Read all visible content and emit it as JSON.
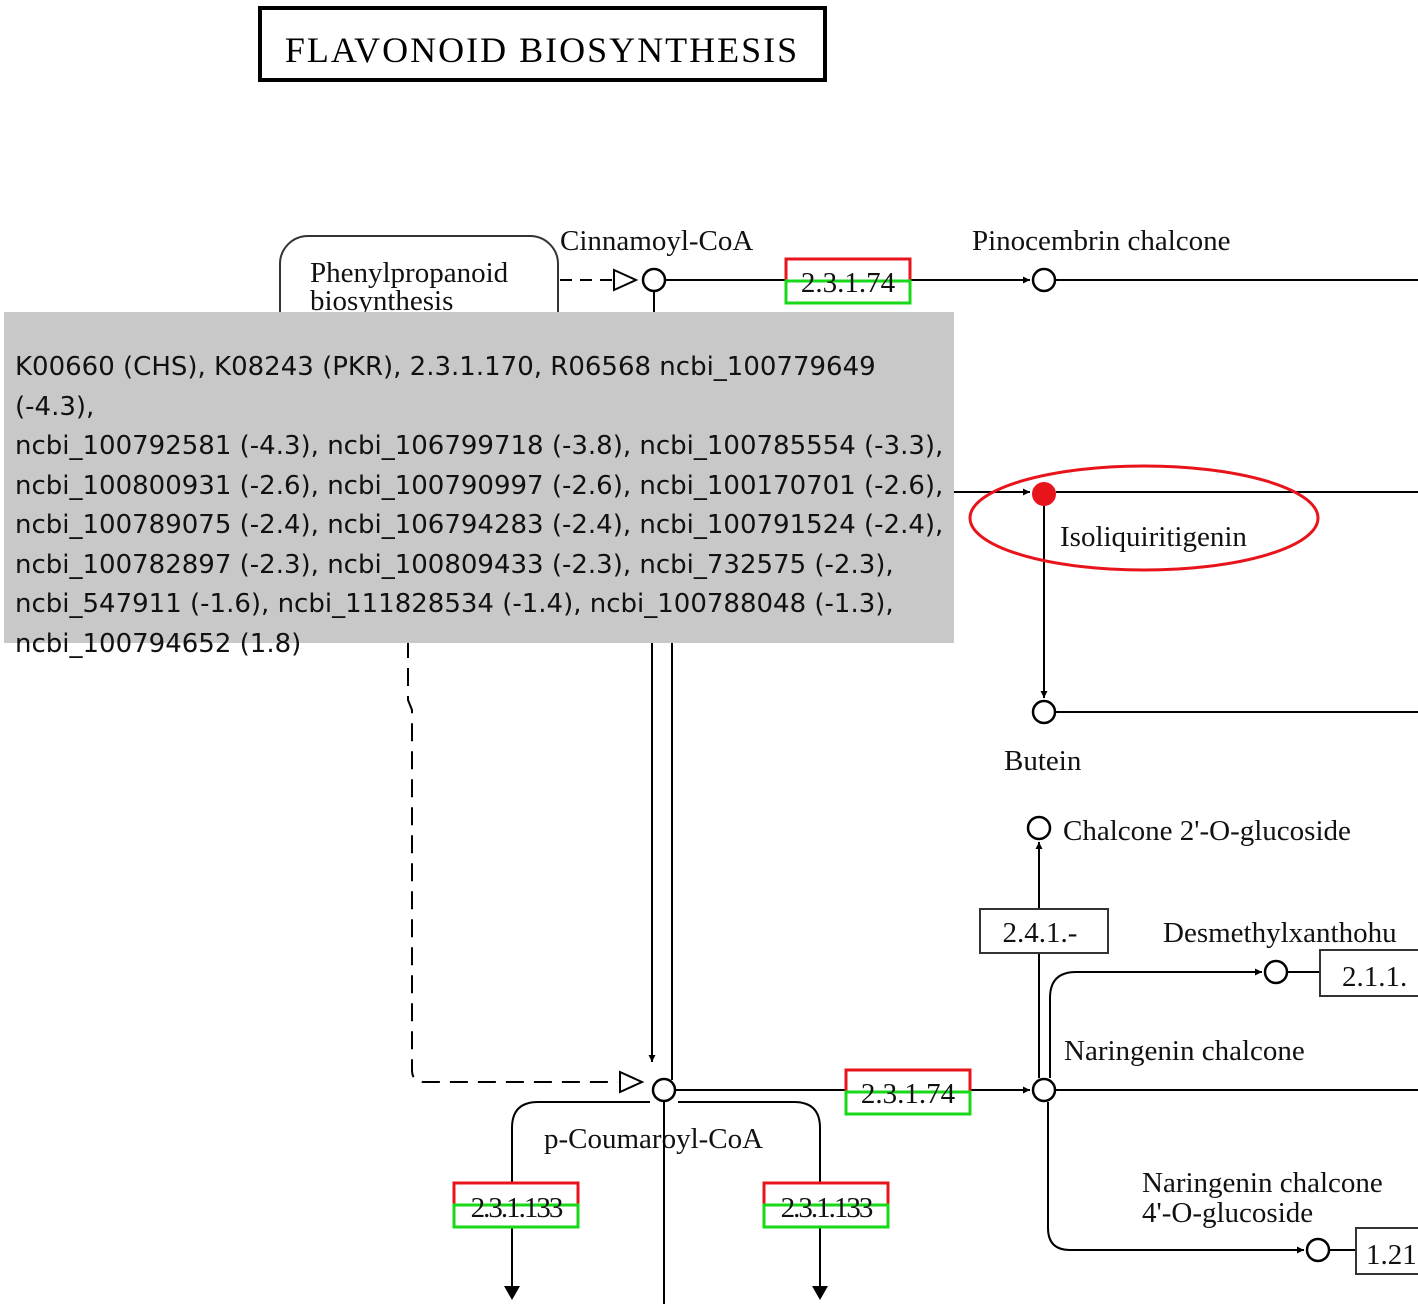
{
  "title": "FLAVONOID BIOSYNTHESIS",
  "compounds": {
    "cinnamoyl_coa": "Cinnamoyl-CoA",
    "pinocembrin_chalcone": "Pinocembrin chalcone",
    "isoliquiritigenin": "Isoliquiritigenin",
    "butein": "Butein",
    "chalcone_2_o_glucoside": "Chalcone 2'-O-glucoside",
    "desmethylxanthohumol": "Desmethylxanthohu",
    "naringenin_chalcone": "Naringenin chalcone",
    "naringenin_chalcone_4_o_glucoside_1": "Naringenin chalcone",
    "naringenin_chalcone_4_o_glucoside_2": "4'-O-glucoside",
    "p_coumaroyl_coa": "p-Coumaroyl-CoA"
  },
  "pathway_link": {
    "line1": "Phenylpropanoid",
    "line2": "biosynthesis"
  },
  "enzymes": {
    "ec_top": "2.3.1.74",
    "ec_mid": "2.3.1.74",
    "ec_left_bottom": "2.3.1.133",
    "ec_right_bottom": "2.3.1.133",
    "ec_glucosyl": "2.4.1.-",
    "ec_methyl": "2.1.1.",
    "ec_edge": "1.21"
  },
  "tooltip": {
    "text": "K00660 (CHS), K08243 (PKR), 2.3.1.170, R06568 ncbi_100779649 (-4.3),\nncbi_100792581 (-4.3), ncbi_106799718 (-3.8), ncbi_100785554 (-3.3),\nncbi_100800931 (-2.6), ncbi_100790997 (-2.6), ncbi_100170701 (-2.6),\nncbi_100789075 (-2.4), ncbi_106794283 (-2.4), ncbi_100791524 (-2.4),\nncbi_100782897 (-2.3), ncbi_100809433 (-2.3), ncbi_732575 (-2.3),\nncbi_547911 (-1.6), ncbi_111828534 (-1.4), ncbi_100788048 (-1.3),\nncbi_100794652 (1.8)"
  },
  "colors": {
    "up_border": "#e8141c",
    "down_border": "#18d918",
    "highlight": "#e8141c",
    "tooltip_bg": "#c8c8c8"
  }
}
